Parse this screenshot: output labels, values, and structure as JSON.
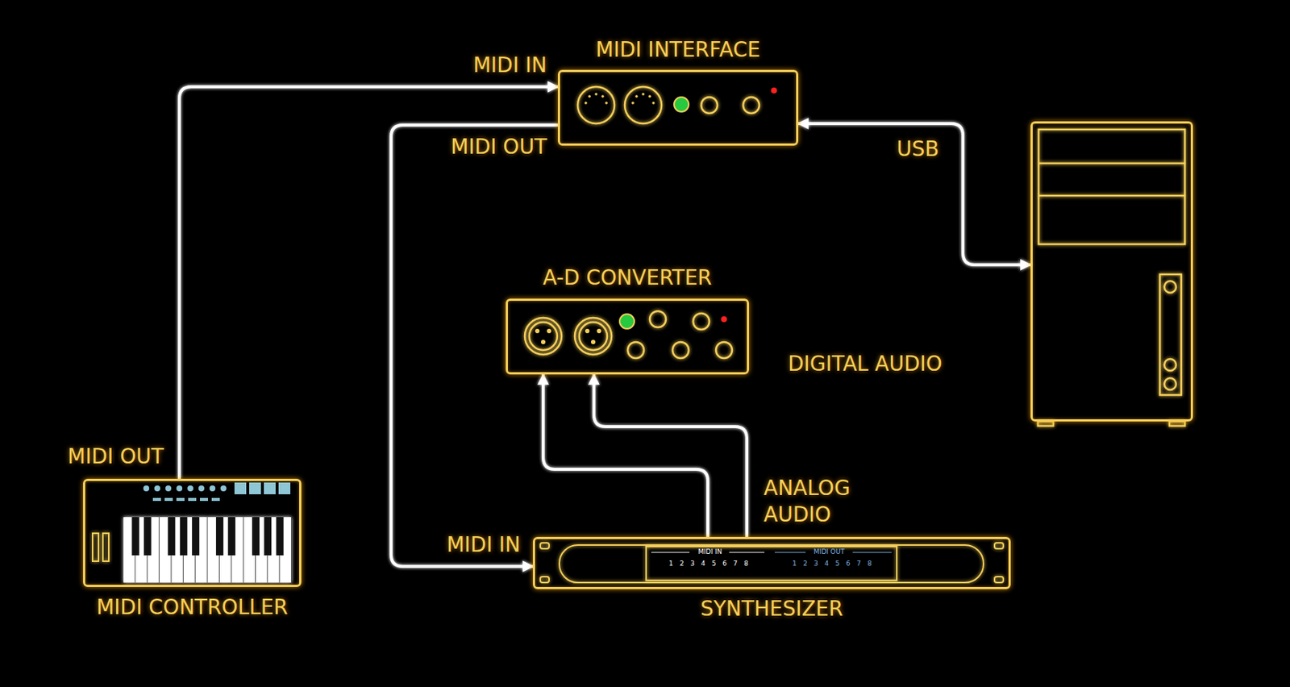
{
  "diagram": {
    "nodes": [
      {
        "text": [
          "MIDI INTERFACE"
        ]
      },
      {
        "text": []
      },
      {
        "text": [
          "A-D CONVERTER"
        ]
      },
      {
        "text": [
          "MIDI CONTROLLER"
        ]
      },
      {
        "text": [
          "SYNTHESIZER"
        ]
      }
    ],
    "edges": [
      {
        "from": 3,
        "to": 0,
        "arrow": "to"
      },
      {
        "from": 0,
        "to": 4,
        "arrow": "to"
      },
      {
        "from": 0,
        "to": 1,
        "label": "USB",
        "arrow": "both"
      },
      {
        "from": 2,
        "to": 1,
        "label": "DIGITAL AUDIO",
        "arrow": "to"
      },
      {
        "from": 4,
        "to": 2,
        "arrow": "to"
      },
      {
        "from": 4,
        "to": 2,
        "arrow": "to"
      }
    ],
    "labels": [
      "MIDI IN",
      "MIDI OUT",
      "MIDI OUT",
      "MIDI IN",
      "ANALOG AUDIO",
      "MIDI IN",
      "1 2 3 4 5 6 7 8",
      "MIDI OUT",
      "1 2 3 4 5 6 7 8"
    ]
  }
}
